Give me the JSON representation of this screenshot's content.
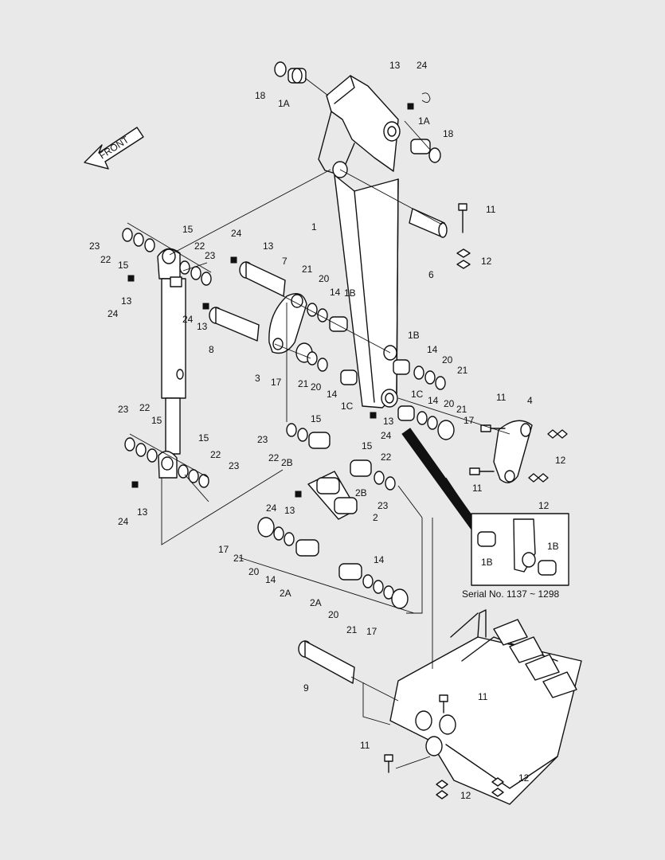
{
  "front_arrow": {
    "label": "FRONT"
  },
  "serial_caption": "Serial No. 1137 ~ 1298",
  "callouts": [
    {
      "id": "c-18a",
      "text": "18"
    },
    {
      "id": "c-1a-top",
      "text": "1A"
    },
    {
      "id": "c-13-top",
      "text": "13"
    },
    {
      "id": "c-24-top",
      "text": "24"
    },
    {
      "id": "c-1a-right",
      "text": "1A"
    },
    {
      "id": "c-18b",
      "text": "18"
    },
    {
      "id": "c-11-top",
      "text": "11"
    },
    {
      "id": "c-12-top",
      "text": "12"
    },
    {
      "id": "c-6",
      "text": "6"
    },
    {
      "id": "c-1",
      "text": "1"
    },
    {
      "id": "c-23-ul",
      "text": "23"
    },
    {
      "id": "c-22-ul",
      "text": "22"
    },
    {
      "id": "c-15-ul",
      "text": "15"
    },
    {
      "id": "c-15-top",
      "text": "15"
    },
    {
      "id": "c-22-top",
      "text": "22"
    },
    {
      "id": "c-23-top",
      "text": "23"
    },
    {
      "id": "c-24-pin7",
      "text": "24"
    },
    {
      "id": "c-13-pin7",
      "text": "13"
    },
    {
      "id": "c-7",
      "text": "7"
    },
    {
      "id": "c-13-left",
      "text": "13"
    },
    {
      "id": "c-24-left",
      "text": "24"
    },
    {
      "id": "c-24-pin8",
      "text": "24"
    },
    {
      "id": "c-13-pin8",
      "text": "13"
    },
    {
      "id": "c-8",
      "text": "8"
    },
    {
      "id": "c-21-mid",
      "text": "21"
    },
    {
      "id": "c-20-mid",
      "text": "20"
    },
    {
      "id": "c-14-mid",
      "text": "14"
    },
    {
      "id": "c-1b-mid",
      "text": "1B"
    },
    {
      "id": "c-3",
      "text": "3"
    },
    {
      "id": "c-17-mid",
      "text": "17"
    },
    {
      "id": "c-21-mid2",
      "text": "21"
    },
    {
      "id": "c-20-mid2",
      "text": "20"
    },
    {
      "id": "c-14-mid2",
      "text": "14"
    },
    {
      "id": "c-1c-mid",
      "text": "1C"
    },
    {
      "id": "c-13-mid",
      "text": "13"
    },
    {
      "id": "c-24-mid",
      "text": "24"
    },
    {
      "id": "c-1b-right",
      "text": "1B"
    },
    {
      "id": "c-14-right",
      "text": "14"
    },
    {
      "id": "c-20-right",
      "text": "20"
    },
    {
      "id": "c-21-right",
      "text": "21"
    },
    {
      "id": "c-1c-right",
      "text": "1C"
    },
    {
      "id": "c-14-right2",
      "text": "14"
    },
    {
      "id": "c-20-right2",
      "text": "20"
    },
    {
      "id": "c-21-right2",
      "text": "21"
    },
    {
      "id": "c-17-right",
      "text": "17"
    },
    {
      "id": "c-11-link",
      "text": "11"
    },
    {
      "id": "c-4",
      "text": "4"
    },
    {
      "id": "c-12-link-a",
      "text": "12"
    },
    {
      "id": "c-11-link2",
      "text": "11"
    },
    {
      "id": "c-12-link-b",
      "text": "12"
    },
    {
      "id": "c-23-ll",
      "text": "23"
    },
    {
      "id": "c-22-ll",
      "text": "22"
    },
    {
      "id": "c-15-ll",
      "text": "15"
    },
    {
      "id": "c-15-ll2",
      "text": "15"
    },
    {
      "id": "c-22-ll2",
      "text": "22"
    },
    {
      "id": "c-23-ll2",
      "text": "23"
    },
    {
      "id": "c-13-ll",
      "text": "13"
    },
    {
      "id": "c-24-ll",
      "text": "24"
    },
    {
      "id": "c-15-2b",
      "text": "15"
    },
    {
      "id": "c-23-2b",
      "text": "23"
    },
    {
      "id": "c-22-2b",
      "text": "22"
    },
    {
      "id": "c-2b-left",
      "text": "2B"
    },
    {
      "id": "c-15-2b-r",
      "text": "15"
    },
    {
      "id": "c-22-2b-r",
      "text": "22"
    },
    {
      "id": "c-2b-right",
      "text": "2B"
    },
    {
      "id": "c-23-2b-r",
      "text": "23"
    },
    {
      "id": "c-24-link2",
      "text": "24"
    },
    {
      "id": "c-13-link2",
      "text": "13"
    },
    {
      "id": "c-2",
      "text": "2"
    },
    {
      "id": "c-17-2a",
      "text": "17"
    },
    {
      "id": "c-21-2a",
      "text": "21"
    },
    {
      "id": "c-20-2a",
      "text": "20"
    },
    {
      "id": "c-14-2a",
      "text": "14"
    },
    {
      "id": "c-2a-left",
      "text": "2A"
    },
    {
      "id": "c-14-2a-r",
      "text": "14"
    },
    {
      "id": "c-2a-right",
      "text": "2A"
    },
    {
      "id": "c-20-2a-r",
      "text": "20"
    },
    {
      "id": "c-21-2a-r",
      "text": "21"
    },
    {
      "id": "c-17-2a-r",
      "text": "17"
    },
    {
      "id": "c-1b-inset-l",
      "text": "1B"
    },
    {
      "id": "c-1b-inset-r",
      "text": "1B"
    },
    {
      "id": "c-9",
      "text": "9"
    },
    {
      "id": "c-11-bucket",
      "text": "11"
    },
    {
      "id": "c-11-bucket2",
      "text": "11"
    },
    {
      "id": "c-12-bucket-a",
      "text": "12"
    },
    {
      "id": "c-12-bucket-b",
      "text": "12"
    }
  ]
}
